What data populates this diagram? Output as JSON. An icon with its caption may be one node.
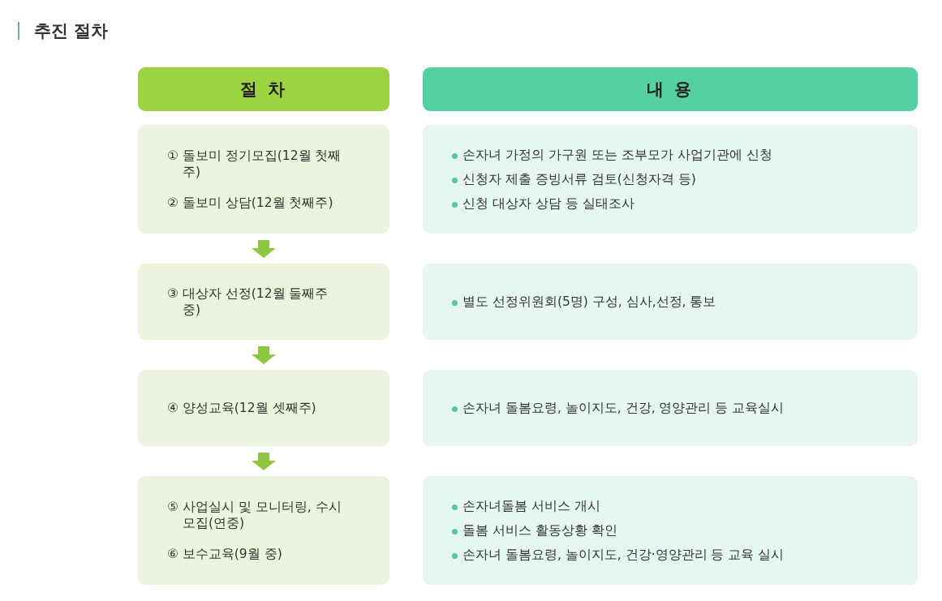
{
  "diagram": {
    "title": "추진 절차",
    "nodes": [
      {
        "text": [
          "절 차"
        ]
      },
      {
        "text": [
          "내 용"
        ]
      },
      {
        "text": [
          "① 돌보미 정기모집(12월 첫째주)",
          "② 돌보미 상담(12월 첫째주)"
        ]
      },
      {
        "text": [
          "손자녀 가정의 가구원 또는 조부모가 사업기관에 신청",
          "신청자 제출 증빙서류 검토(신청자격 등)",
          "신청 대상자 상담 등 실태조사"
        ]
      },
      {
        "text": [
          "③ 대상자 선정(12월 둘째주 중)"
        ]
      },
      {
        "text": [
          "별도 선정위원회(5명) 구성, 심사,선정, 통보"
        ]
      },
      {
        "text": [
          "④ 양성교육(12월 셋째주)"
        ]
      },
      {
        "text": [
          "손자녀 돌봄요령, 놀이지도, 건강, 영양관리 등 교육실시"
        ]
      },
      {
        "text": [
          "⑤ 사업실시 및 모니터링, 수시모집(연중)",
          "⑥ 보수교육(9월 중)"
        ]
      },
      {
        "text": [
          "손자녀돌봄 서비스 개시",
          "돌봄 서비스 활동상황 확인",
          "손자녀 돌봄요령, 놀이지도, 건강·영양관리 등 교육 실시"
        ]
      }
    ],
    "edges": [
      {
        "from": 2,
        "to": 4,
        "arrow": "to"
      },
      {
        "from": 4,
        "to": 6,
        "arrow": "to"
      },
      {
        "from": 6,
        "to": 8,
        "arrow": "to"
      }
    ]
  }
}
